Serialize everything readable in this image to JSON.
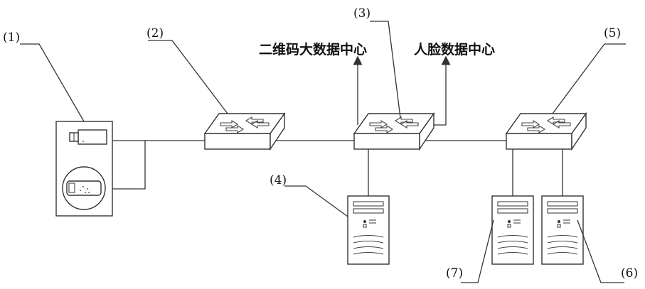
{
  "labels": {
    "camera_device": "(1)",
    "switch_left": "(2)",
    "switch_center": "(3)",
    "server_center": "(4)",
    "switch_right": "(5)",
    "server_right": "(6)",
    "server_middle_right": "(7)"
  },
  "data_centers": {
    "qr_code": "二维码大数据中心",
    "face": "人脸数据中心"
  }
}
